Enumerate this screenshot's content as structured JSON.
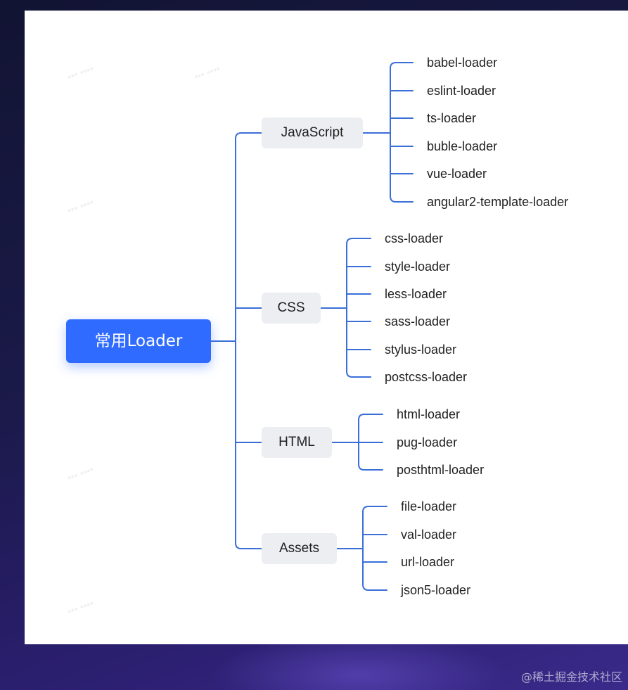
{
  "root": {
    "label": "常用Loader"
  },
  "branches": [
    {
      "label": "JavaScript",
      "leaves": [
        "babel-loader",
        "eslint-loader",
        "ts-loader",
        "buble-loader",
        "vue-loader",
        "angular2-template-loader"
      ]
    },
    {
      "label": "CSS",
      "leaves": [
        "css-loader",
        "style-loader",
        "less-loader",
        "sass-loader",
        "stylus-loader",
        "postcss-loader"
      ]
    },
    {
      "label": "HTML",
      "leaves": [
        "html-loader",
        "pug-loader",
        "posthtml-loader"
      ]
    },
    {
      "label": "Assets",
      "leaves": [
        "file-loader",
        "val-loader",
        "url-loader",
        "json5-loader"
      ]
    }
  ],
  "colors": {
    "root_fill": "#2f6bff",
    "branch_fill": "#eceef1",
    "connector": "#3a6fd8",
    "canvas": "#ffffff"
  },
  "credit": "@稀土掘金技术社区"
}
